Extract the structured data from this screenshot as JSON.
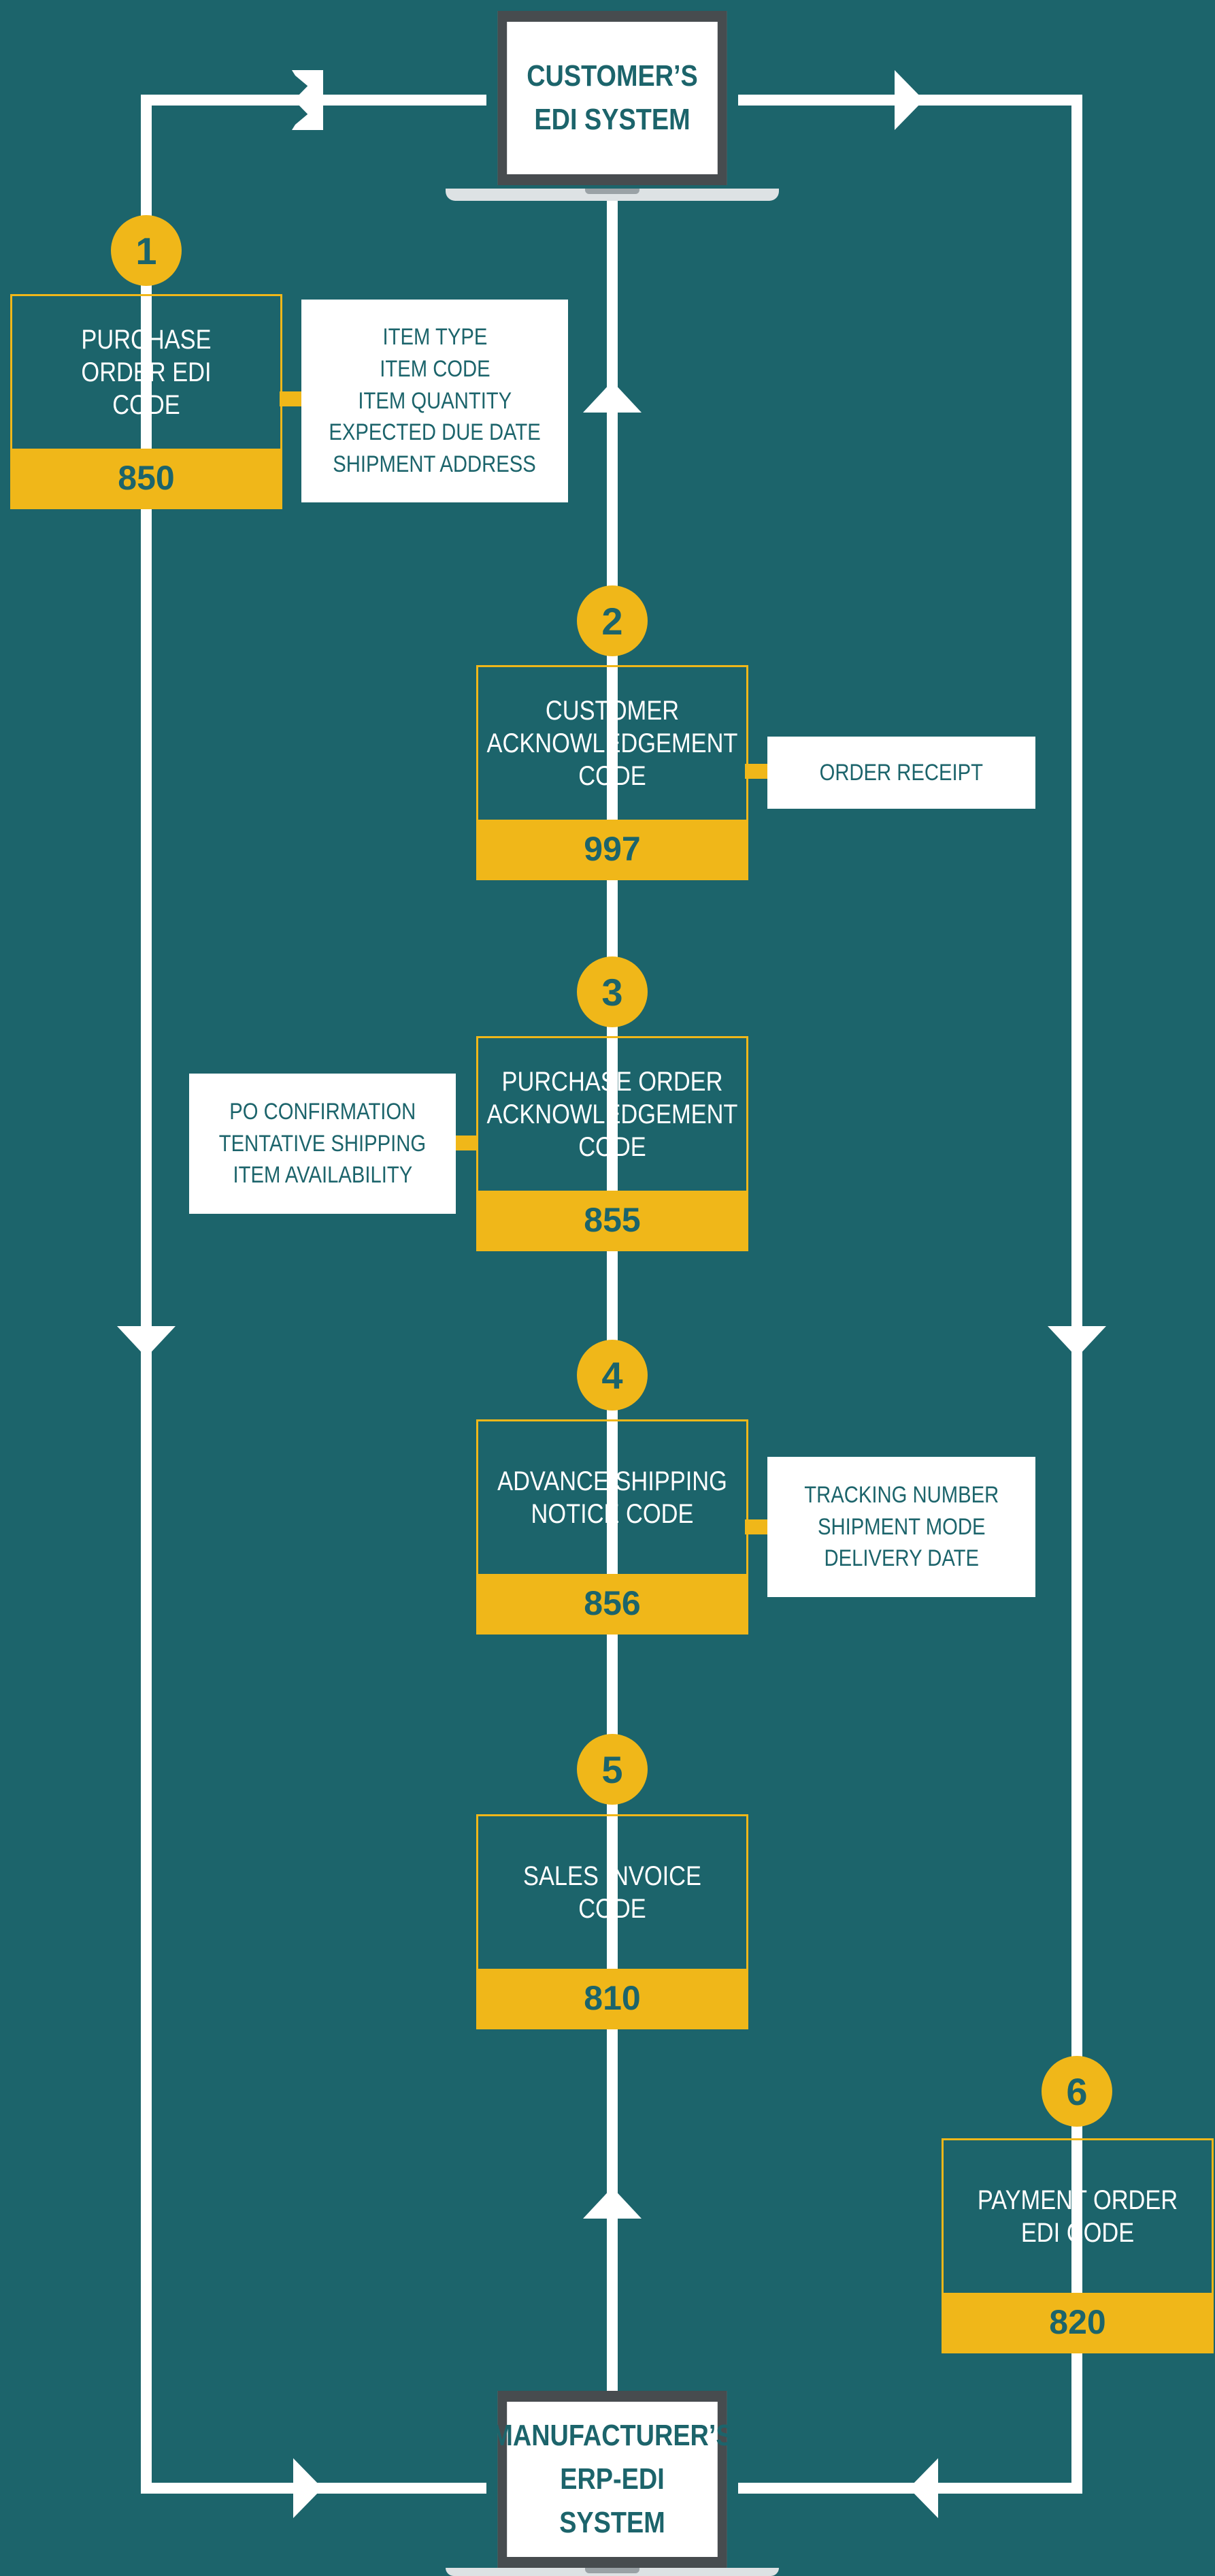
{
  "colors": {
    "background": "#1c646b",
    "accent": "#f0b719",
    "panel": "#ffffff",
    "device_frame": "#474c4f"
  },
  "top_system": {
    "lines": [
      "CUSTOMER’S",
      "EDI SYSTEM"
    ]
  },
  "bottom_system": {
    "lines": [
      "MANUFACTURER’S",
      "ERP-EDI SYSTEM"
    ]
  },
  "steps": [
    {
      "number": "1",
      "label_lines": [
        "PURCHASE",
        "ORDER EDI",
        "CODE"
      ],
      "code": "850",
      "details": [
        "ITEM TYPE",
        "ITEM CODE",
        "ITEM QUANTITY",
        "EXPECTED DUE DATE",
        "SHIPMENT ADDRESS"
      ]
    },
    {
      "number": "2",
      "label_lines": [
        "CUSTOMER",
        "ACKNOWLEDGEMENT",
        "CODE"
      ],
      "code": "997",
      "details": [
        "ORDER RECEIPT"
      ]
    },
    {
      "number": "3",
      "label_lines": [
        "PURCHASE ORDER",
        "ACKNOWLEDGEMENT",
        "CODE"
      ],
      "code": "855",
      "details": [
        "PO CONFIRMATION",
        "TENTATIVE SHIPPING",
        "ITEM AVAILABILITY"
      ]
    },
    {
      "number": "4",
      "label_lines": [
        "ADVANCE SHIPPING",
        "NOTICE CODE"
      ],
      "code": "856",
      "details": [
        "TRACKING NUMBER",
        "SHIPMENT MODE",
        "DELIVERY DATE"
      ]
    },
    {
      "number": "5",
      "label_lines": [
        "SALES INVOICE",
        "CODE"
      ],
      "code": "810",
      "details": []
    },
    {
      "number": "6",
      "label_lines": [
        "PAYMENT ORDER",
        "EDI CODE"
      ],
      "code": "820",
      "details": []
    }
  ]
}
